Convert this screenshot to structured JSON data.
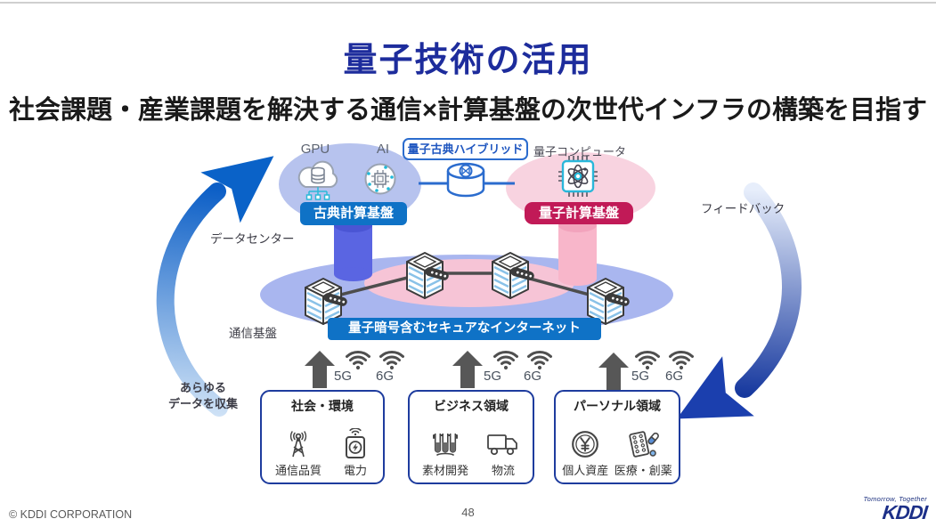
{
  "slide": {
    "title": "量子技術の活用",
    "subtitle": "社会課題・産業課題を解決する通信×計算基盤の次世代インフラの構築を目指す",
    "footer": {
      "copyright": "© KDDI CORPORATION",
      "page_number": "48",
      "logo_tagline": "Tomorrow, Together",
      "logo_brand": "KDDI"
    }
  },
  "diagram": {
    "classical_platform": {
      "gpu_label": "GPU",
      "ai_label": "AI",
      "badge": "古典計算基盤"
    },
    "hybrid_label": "量子古典ハイブリッド",
    "quantum_platform": {
      "label": "量子コンピュータ",
      "badge": "量子計算基盤"
    },
    "datacenter_label": "データセンター",
    "feedback_label": "フィードバック",
    "secure_internet_label": "量子暗号含むセキュアなインターネット",
    "network_label": "通信基盤",
    "collect_label_line1": "あらゆる",
    "collect_label_line2": "データを収集",
    "generation_labels": {
      "g5": "5G",
      "g6": "6G"
    },
    "domains": [
      {
        "title": "社会・環境",
        "items": [
          {
            "label": "通信品質",
            "icon": "broadcast-tower-icon"
          },
          {
            "label": "電力",
            "icon": "power-meter-icon"
          }
        ]
      },
      {
        "title": "ビジネス領域",
        "items": [
          {
            "label": "素材開発",
            "icon": "test-tubes-icon"
          },
          {
            "label": "物流",
            "icon": "truck-icon"
          }
        ]
      },
      {
        "title": "パーソナル領域",
        "items": [
          {
            "label": "個人資産",
            "icon": "yen-coin-icon"
          },
          {
            "label": "医療・創薬",
            "icon": "medicine-icon"
          }
        ]
      }
    ],
    "colors": {
      "title_blue": "#1d2c9c",
      "accent_blue": "#0f72c6",
      "accent_crimson": "#c11a57",
      "hybrid_blue": "#2b6cce",
      "classical_ellipse": "#b7c3ee",
      "quantum_ellipse": "#f8d3e0",
      "network_ellipse": "#a9b6ef",
      "inner_pink_ellipse": "#f6c4d6",
      "box_border_navy": "#1e3c9e",
      "arrow_gray": "#575757"
    }
  }
}
